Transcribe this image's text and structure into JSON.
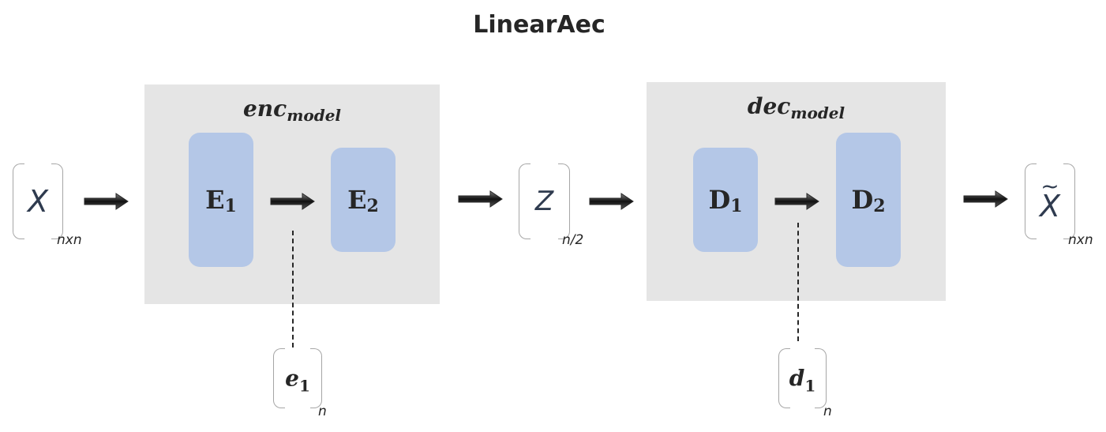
{
  "title": "LinearAec",
  "encoder": {
    "label": "enc",
    "label_sub": "model",
    "blocks": [
      {
        "letter": "E",
        "sub": "1"
      },
      {
        "letter": "E",
        "sub": "2"
      }
    ],
    "tap": {
      "symbol": "e",
      "sub": "1",
      "dim": "n"
    }
  },
  "decoder": {
    "label": "dec",
    "label_sub": "model",
    "blocks": [
      {
        "letter": "D",
        "sub": "1"
      },
      {
        "letter": "D",
        "sub": "2"
      }
    ],
    "tap": {
      "symbol": "d",
      "sub": "1",
      "dim": "n"
    }
  },
  "input": {
    "symbol": "X",
    "dim": "nxn"
  },
  "latent": {
    "symbol": "Z",
    "dim": "n/2"
  },
  "output": {
    "symbol": "X",
    "accent": "~",
    "dim": "nxn"
  },
  "colors": {
    "panel": "#e5e5e5",
    "block": "#b4c7e7",
    "arrow": "#262626",
    "bracket": "#a6a6a6"
  }
}
